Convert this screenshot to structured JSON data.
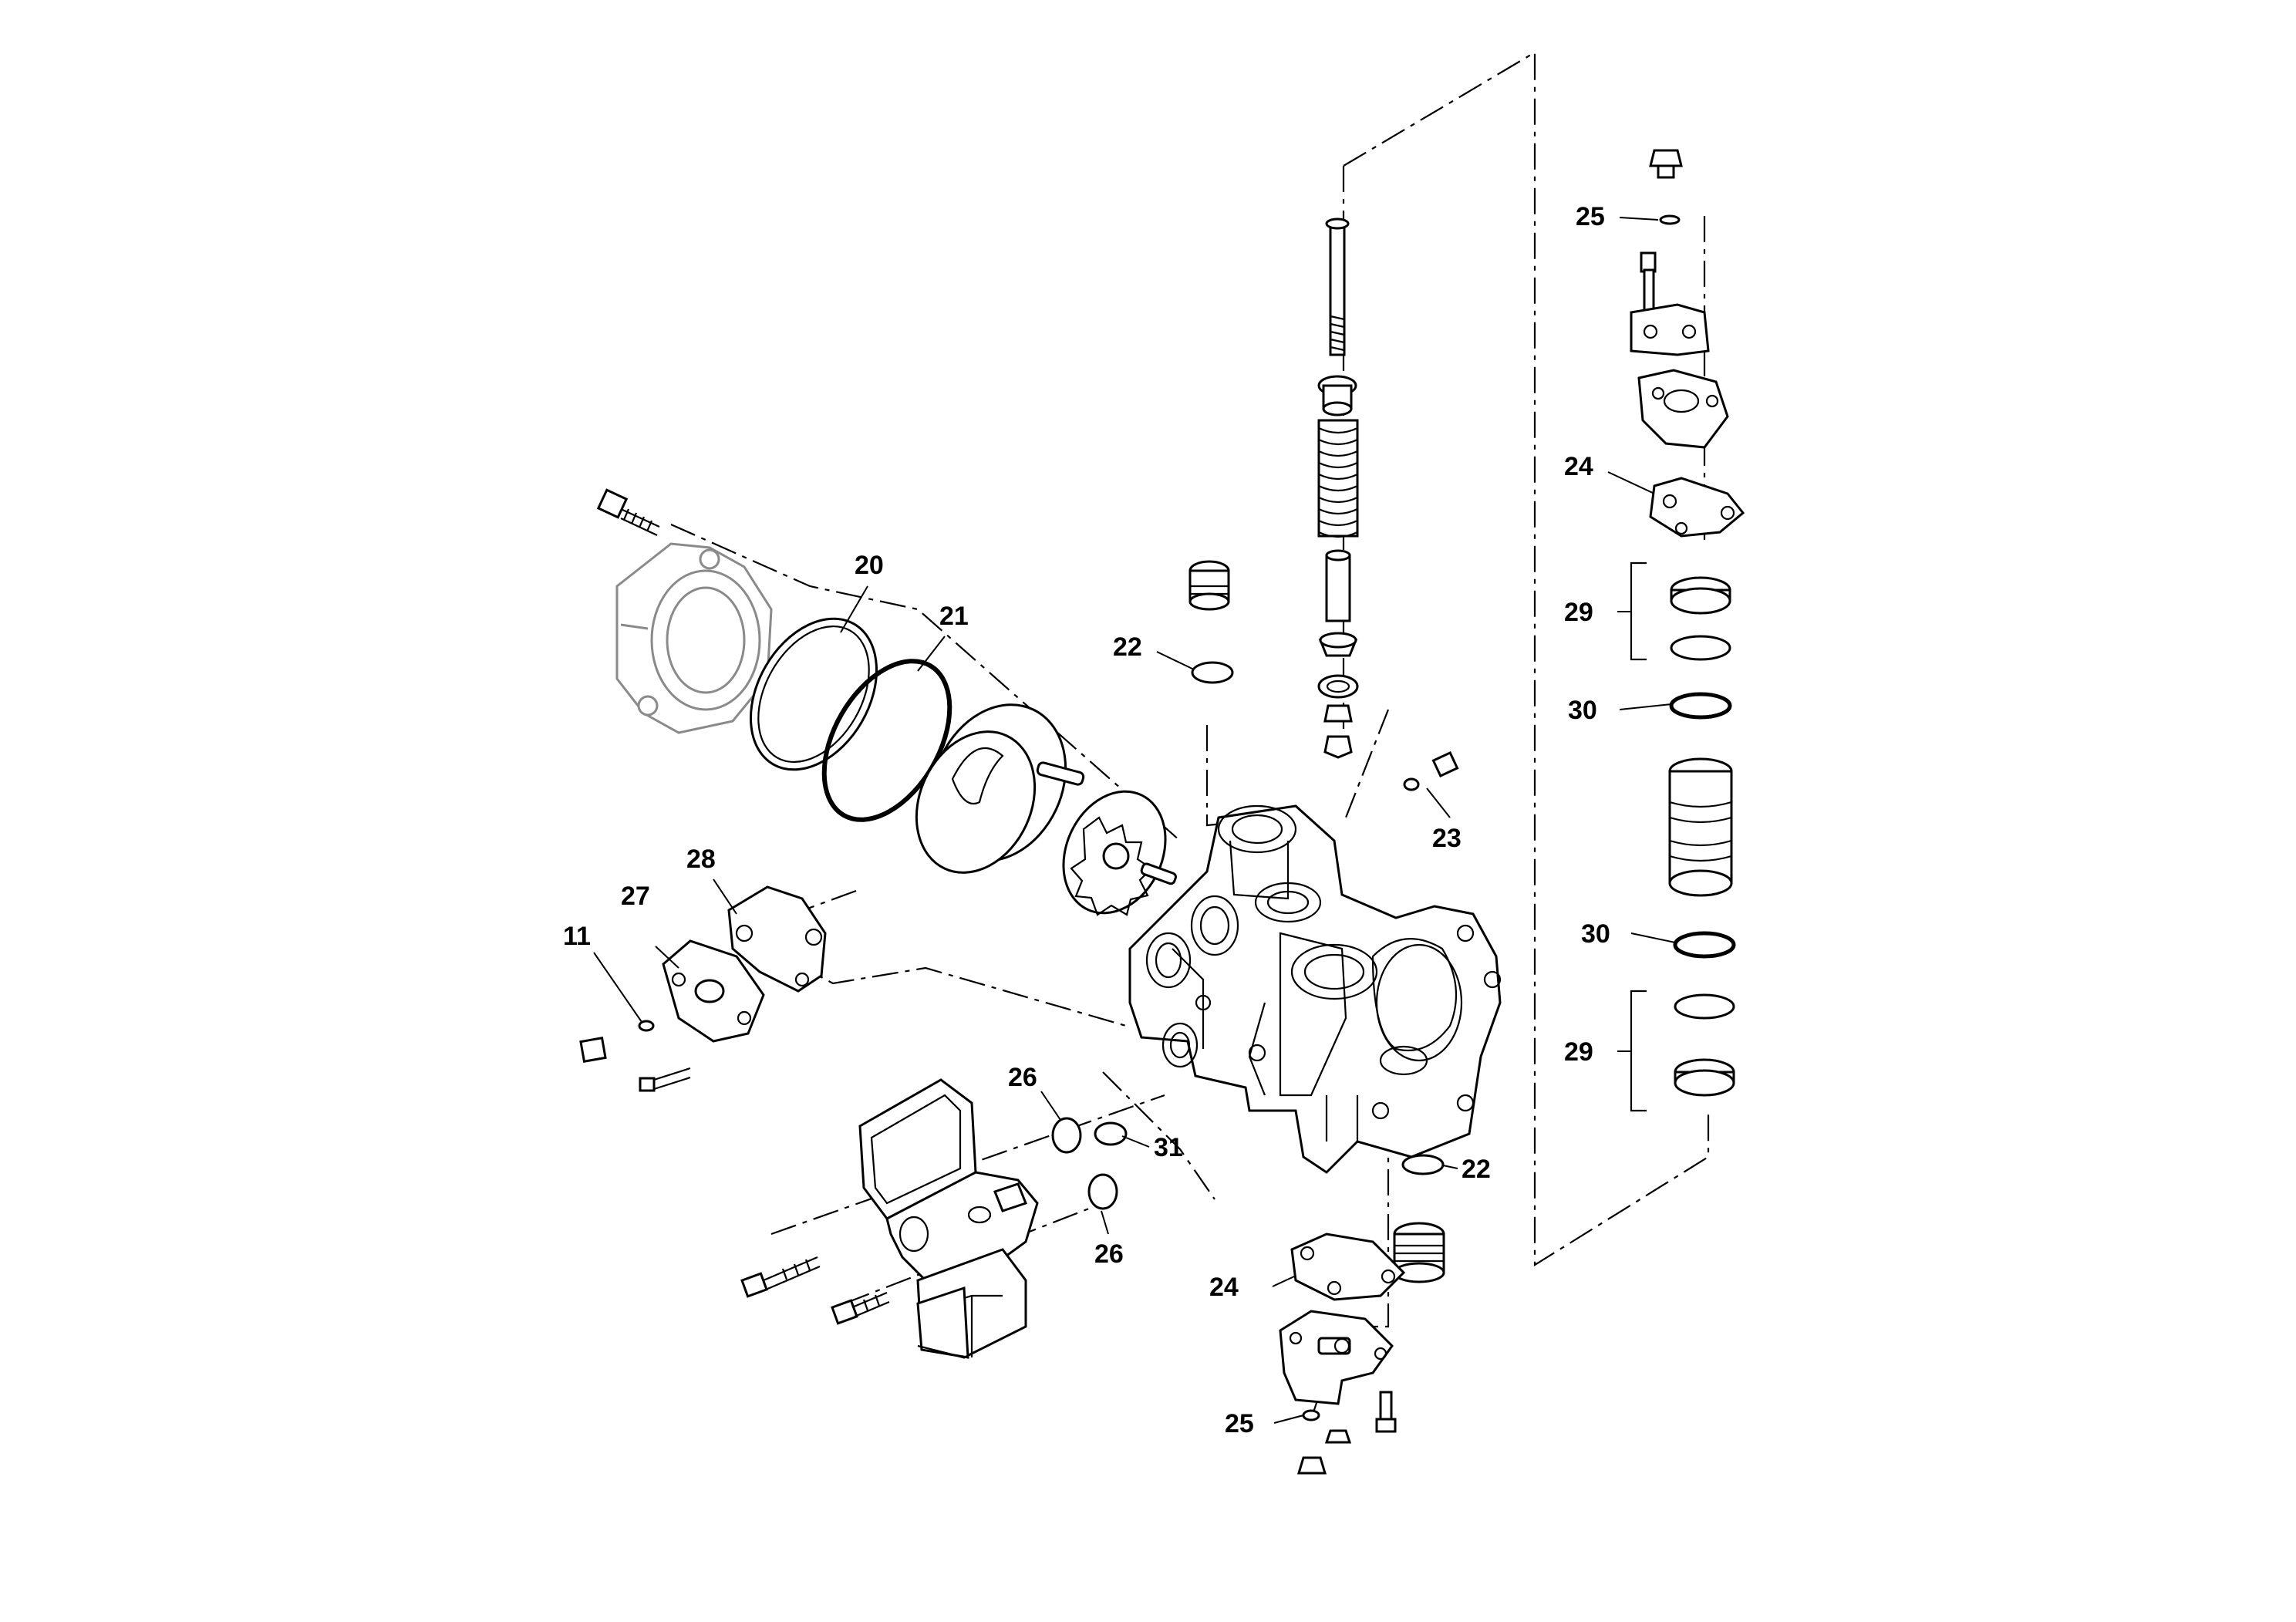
{
  "callouts": {
    "c11": "11",
    "c20": "20",
    "c21": "21",
    "c22_top": "22",
    "c22_bottom": "22",
    "c23": "23",
    "c24_right": "24",
    "c24_bottom": "24",
    "c25_top": "25",
    "c25_bottom": "25",
    "c26_upper": "26",
    "c26_lower": "26",
    "c27": "27",
    "c28": "28",
    "c29_upper": "29",
    "c29_lower": "29",
    "c30_upper": "30",
    "c30_lower": "30",
    "c31": "31"
  },
  "colors": {
    "line": "#000000",
    "ghost_line": "#8a8a8a",
    "background": "#ffffff"
  }
}
